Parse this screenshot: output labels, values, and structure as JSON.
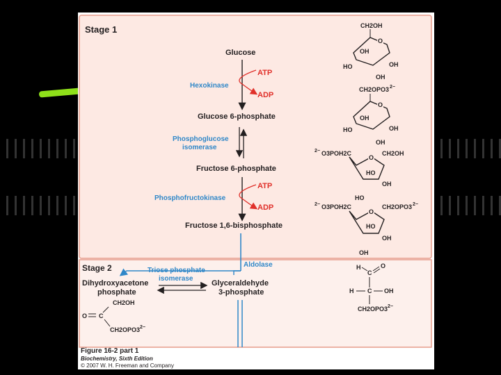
{
  "stage1": "Stage 1",
  "stage2": "Stage 2",
  "compounds": {
    "glucose": "Glucose",
    "g6p": "Glucose 6-phosphate",
    "f6p": "Fructose 6-phosphate",
    "f16bp": "Fructose 1,6-bisphosphate",
    "dhap_1": "Dihydroxyacetone",
    "dhap_2": "phosphate",
    "gap_1": "Glyceraldehyde",
    "gap_2": "3-phosphate"
  },
  "enzymes": {
    "hexokinase": "Hexokinase",
    "pgi_1": "Phosphoglucose",
    "pgi_2": "isomerase",
    "pfk": "Phosphofructokinase",
    "aldolase": "Aldolase",
    "tpi_1": "Triose phosphate",
    "tpi_2": "isomerase"
  },
  "cofactors": {
    "atp": "ATP",
    "adp": "ADP"
  },
  "structures": {
    "ch2oh": "CH2OH",
    "ch2opo3": "CH2OPO3",
    "o3poh2c": "O3POH2C",
    "o": "O",
    "oh": "OH",
    "ho": "HO",
    "h": "H",
    "c": "C",
    "charge": "2−"
  },
  "caption": {
    "figure": "Figure 16-2 part 1",
    "book": "Biochemistry, Sixth Edition",
    "copyright": "© 2007 W. H. Freeman and Company"
  },
  "colors": {
    "panel1": "#fde9e3",
    "panel2": "#fdf0ec",
    "border": "#e69b8a",
    "blue": "#2f87c8",
    "red": "#e0302a"
  }
}
